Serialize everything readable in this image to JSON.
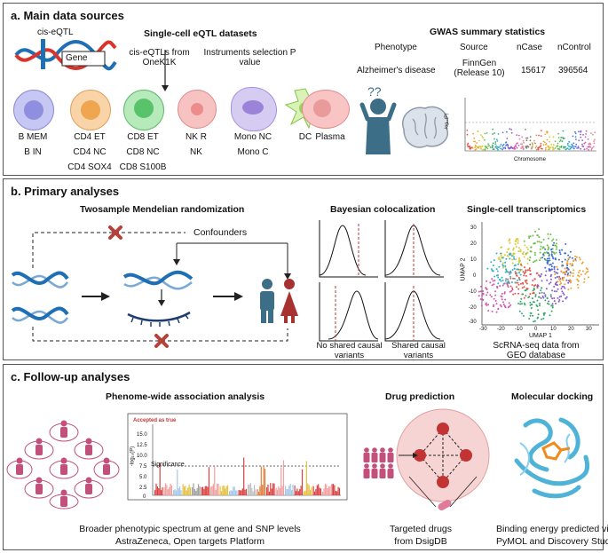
{
  "panels": {
    "a": {
      "title": "a. Main data sources",
      "eqtl_label": "cis-eQTL",
      "gene_label": "Gene",
      "sc_title": "Single-cell eQTL datasets",
      "sc_source": "cis-eQTLs from OneK1K",
      "instruments": "Instruments selection P value",
      "cells": [
        {
          "labels": [
            "B MEM",
            "B IN"
          ],
          "color": "#9b9be8"
        },
        {
          "labels": [
            "CD4 ET",
            "CD4 NC",
            "CD4 SOX4"
          ],
          "color": "#f2b36e"
        },
        {
          "labels": [
            "CD8 ET",
            "CD8 NC",
            "CD8 S100B"
          ],
          "color": "#6fcf7a"
        },
        {
          "labels": [
            "NK R",
            "NK"
          ],
          "color": "#f09898"
        },
        {
          "labels": [
            "Mono NC",
            "Mono C"
          ],
          "color": "#b09ae0"
        },
        {
          "labels": [
            "DC"
          ],
          "color": "#b8e67c"
        },
        {
          "labels": [
            "Plasma"
          ],
          "color": "#f0a0a0"
        }
      ],
      "gwas_title": "GWAS summary statistics",
      "gwas_headers": [
        "Phenotype",
        "Source",
        "nCase",
        "nControl"
      ],
      "gwas_row": {
        "phenotype": "Alzheimer's disease",
        "source": "FinnGen (Release 10)",
        "ncase": "15617",
        "ncontrol": "396564"
      },
      "manhattan_ylabel": "-log₁₀(P)",
      "manhattan_xlabel": "Chromosome"
    },
    "b": {
      "title": "b. Primary analyses",
      "mr_title": "Twosample Mendelian randomization",
      "confounders": "Confounders",
      "coloc_title": "Bayesian colocalization",
      "no_shared": "No shared causal variants",
      "shared": "Shared causal variants",
      "sct_title": "Single-cell transcriptomics",
      "umap_x": "UMAP 1",
      "umap_y": "UMAP 2",
      "umap_xticks": [
        "-30",
        "-20",
        "-10",
        "0",
        "10",
        "20",
        "30"
      ],
      "umap_yticks": [
        "30",
        "20",
        "10",
        "0",
        "-10",
        "-20",
        "-30"
      ],
      "scrna_caption": "ScRNA-seq data from GEO database"
    },
    "c": {
      "title": "c. Follow-up analyses",
      "phewas_title": "Phenome-wide association analysis",
      "accepted": "Accepted as true",
      "significance": "Significance",
      "phewas_ylabel": "-log₁₀(P)",
      "phewas_yticks": [
        "15.0",
        "12.5",
        "10.0",
        "7.5",
        "5.0",
        "2.5",
        "0"
      ],
      "phewas_caption_1": "Broader phenotypic spectrum at gene and SNP levels",
      "phewas_caption_2": "AstraZeneca, Open targets Platform",
      "drug_title": "Drug prediction",
      "drug_caption_1": "Targeted drugs",
      "drug_caption_2": "from DsigDB",
      "dock_title": "Molecular docking",
      "dock_caption_1": "Binding energy predicted via",
      "dock_caption_2": "PyMOL and Discovery Studio"
    }
  },
  "colors": {
    "dna_blue": "#1f6fb5",
    "dna_red": "#d9342b",
    "cross": "#b5423a",
    "person_blue": "#3c6e87",
    "person_red": "#a83232",
    "people_pink": "#c2507a"
  }
}
